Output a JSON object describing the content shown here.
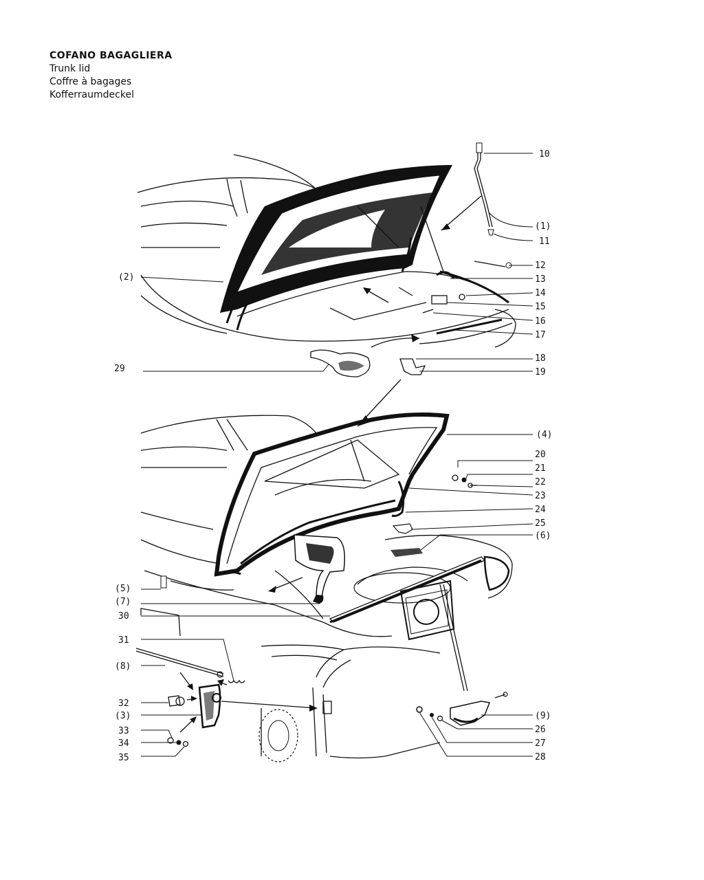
{
  "titles": {
    "it": "COFANO BAGAGLIERA",
    "en": "Trunk lid",
    "fr": "Coffre à bagages",
    "de": "Kofferraumdeckel"
  },
  "parts": {
    "p10": "10",
    "p1": "(1)",
    "p11": "11",
    "p12": "12",
    "p13": "13",
    "p14": "14",
    "p15": "15",
    "p16": "16",
    "p17": "17",
    "p18": "18",
    "p19": "19",
    "p2": "(2)",
    "p29": "29",
    "p4": "(4)",
    "p20": "20",
    "p21": "21",
    "p22": "22",
    "p23": "23",
    "p24": "24",
    "p25": "25",
    "p6": "(6)",
    "p5": "(5)",
    "p7": "(7)",
    "p30": "30",
    "p31": "31",
    "p8": "(8)",
    "p32": "32",
    "p3": "(3)",
    "p33": "33",
    "p34": "34",
    "p35": "35",
    "p9": "(9)",
    "p26": "26",
    "p27": "27",
    "p28": "28"
  }
}
